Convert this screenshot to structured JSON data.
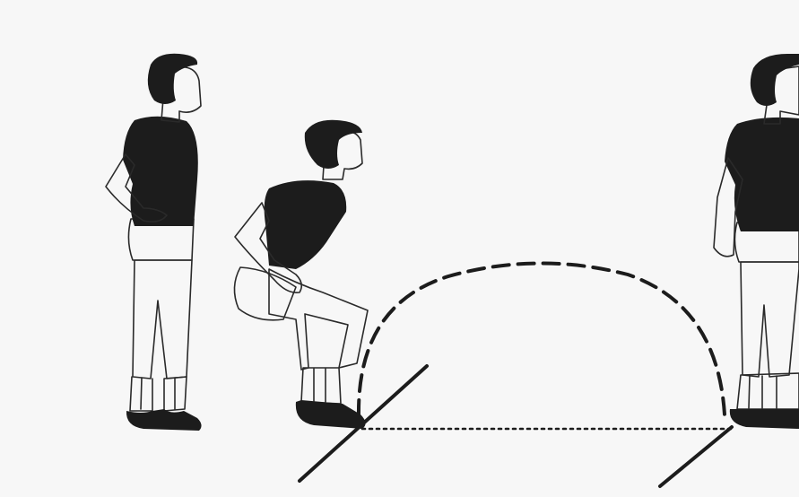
{
  "illustration": {
    "subject": "standing-long-jump-sequence",
    "figures": [
      "standing-figure",
      "crouching-figure",
      "landing-figure"
    ],
    "colors": {
      "background": "#f7f7f7",
      "ink": "#1c1c1c",
      "paper": "#fbfbfb"
    }
  }
}
